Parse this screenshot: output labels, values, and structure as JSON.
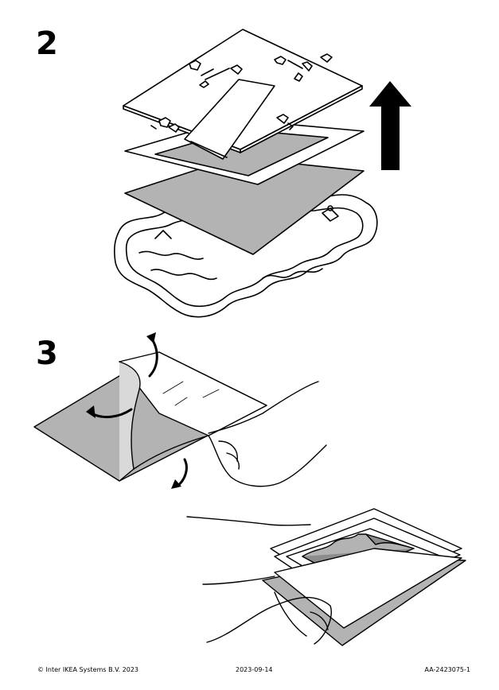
{
  "steps": {
    "step2": "2",
    "step3": "3"
  },
  "footer": {
    "copyright": "© Inter IKEA Systems B.V. 2023",
    "date": "2023-09-14",
    "doc_id": "AA-2423075-1"
  },
  "colors": {
    "ink": "#000000",
    "grey_fill": "#b3b3b3",
    "dark_grey_fill": "#8c8c8c",
    "paper": "#ffffff"
  }
}
